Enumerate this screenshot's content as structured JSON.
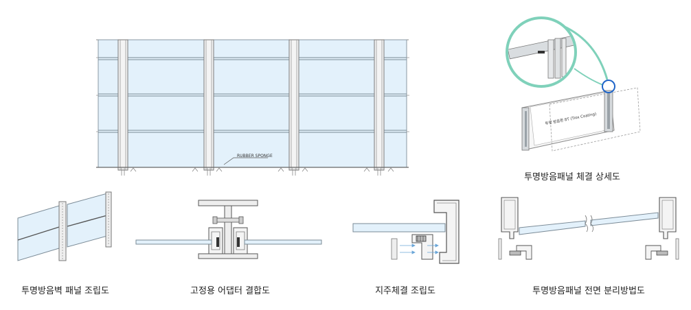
{
  "elevation": {
    "annotation": "RUBBER SPONGE"
  },
  "detail": {
    "panel_label": "투명 방음판 8T (Tiox Coating)"
  },
  "captions": {
    "connection_detail": "투명방음패널 체결 상세도",
    "wall_assembly": "투명방음벽 패널 조립도",
    "adapter_assembly": "고정용 어댑터 결합도",
    "post_assembly": "지주체결 조립도",
    "front_separation": "투명방음패널 전면 분리방법도"
  },
  "colors": {
    "panel_fill": "#e3f1fb",
    "panel_stroke": "#7a8a96",
    "post_fill": "#f2f2f2",
    "callout_ring": "#7fd1ba",
    "callout_circle": "#1e64c8",
    "line": "#555555"
  }
}
